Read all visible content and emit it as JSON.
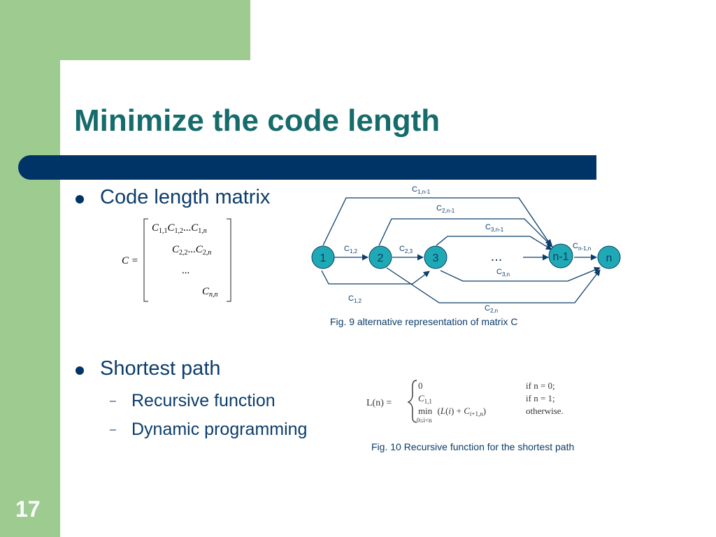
{
  "slide": {
    "title": "Minimize the code length",
    "number": "17"
  },
  "bullets": [
    {
      "text": "Code length matrix"
    },
    {
      "text": "Shortest path",
      "sub": [
        "Recursive function",
        "Dynamic programming"
      ]
    }
  ],
  "matrix": {
    "lhs": "C =",
    "rows": [
      [
        "C1,1",
        "C1,2",
        "...",
        "C1,n"
      ],
      [
        "C2,2",
        "...",
        "C2,n"
      ],
      [
        "..."
      ],
      [
        "Cn,n"
      ]
    ]
  },
  "graph": {
    "nodes": [
      "1",
      "2",
      "3",
      "...",
      "n-1",
      "n"
    ],
    "labels": {
      "c1_2_top": {
        "base": "C",
        "sub": "1,2"
      },
      "c2_3": {
        "base": "C",
        "sub": "2,3"
      },
      "c1_n1": {
        "base": "C",
        "sub": "1,n-1"
      },
      "c2_n1": {
        "base": "C",
        "sub": "2,n-1"
      },
      "c3_n1": {
        "base": "C",
        "sub": "3,n-1"
      },
      "cn1_n": {
        "base": "C",
        "sub": "n-1,n"
      },
      "c3_n": {
        "base": "C",
        "sub": "3,n"
      },
      "c1_2_bottom": {
        "base": "C",
        "sub": "1,2"
      },
      "c2_n": {
        "base": "C",
        "sub": "2,n"
      }
    },
    "caption": "Fig. 9 alternative representation of matrix C"
  },
  "formula": {
    "lhs": "L(n) =",
    "cases": [
      {
        "expr": "0",
        "cond": "if n = 0;"
      },
      {
        "expr": "C1,1",
        "cond": "if n = 1;"
      },
      {
        "expr": "min (L(i) + Ci+1,n)",
        "under": "0≤i<n",
        "cond": "otherwise."
      }
    ],
    "caption": "Fig. 10 Recursive function for the shortest path"
  },
  "colors": {
    "green": "#9ecb90",
    "title": "#166b6b",
    "bar": "#003366",
    "node": "#1fa9b4",
    "text": "#0b3d6b"
  }
}
